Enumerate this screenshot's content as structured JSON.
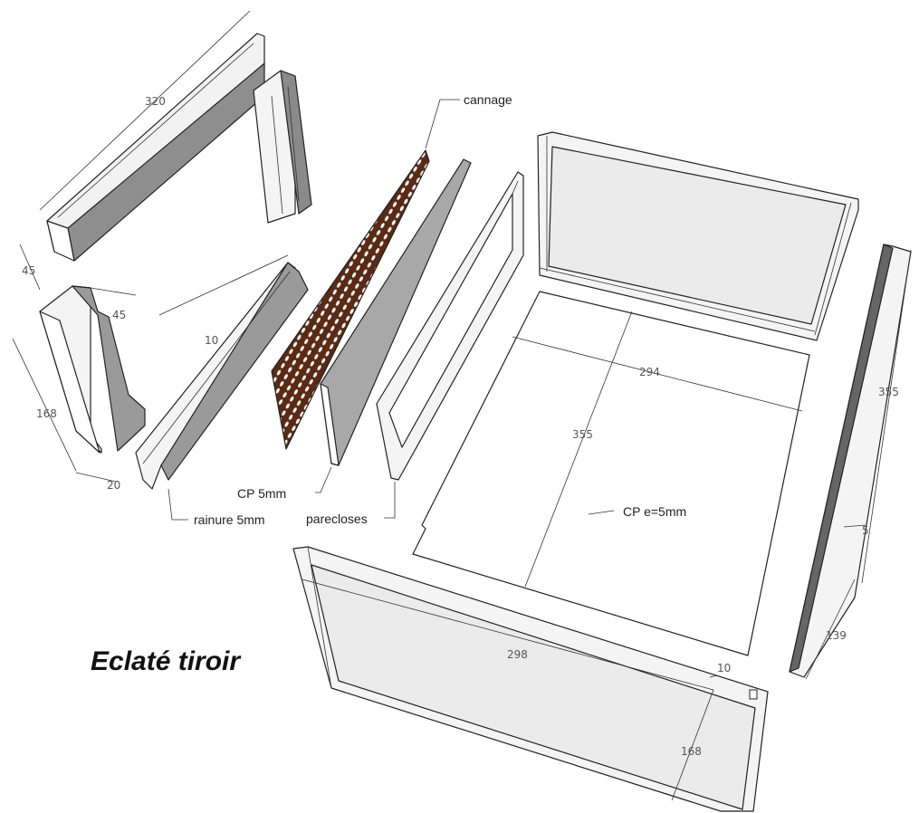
{
  "diagram": {
    "title": "Eclaté tiroir",
    "labels": {
      "cannage": "cannage",
      "cp5": "CP 5mm",
      "rainure": "rainure 5mm",
      "parecloses": "parecloses",
      "cp_e5": "CP e=5mm"
    },
    "dimensions": {
      "top_rail_length": "320",
      "top_rail_width": "45",
      "stile_width": "45",
      "stile_height": "168",
      "stile_thickness": "20",
      "bottom_rail_depth": "10",
      "bottom_width": "294",
      "bottom_depth": "355",
      "side_length": "355",
      "side_groove": "5",
      "side_height": "139",
      "front_length": "298",
      "front_groove": "10",
      "front_height": "168"
    }
  }
}
